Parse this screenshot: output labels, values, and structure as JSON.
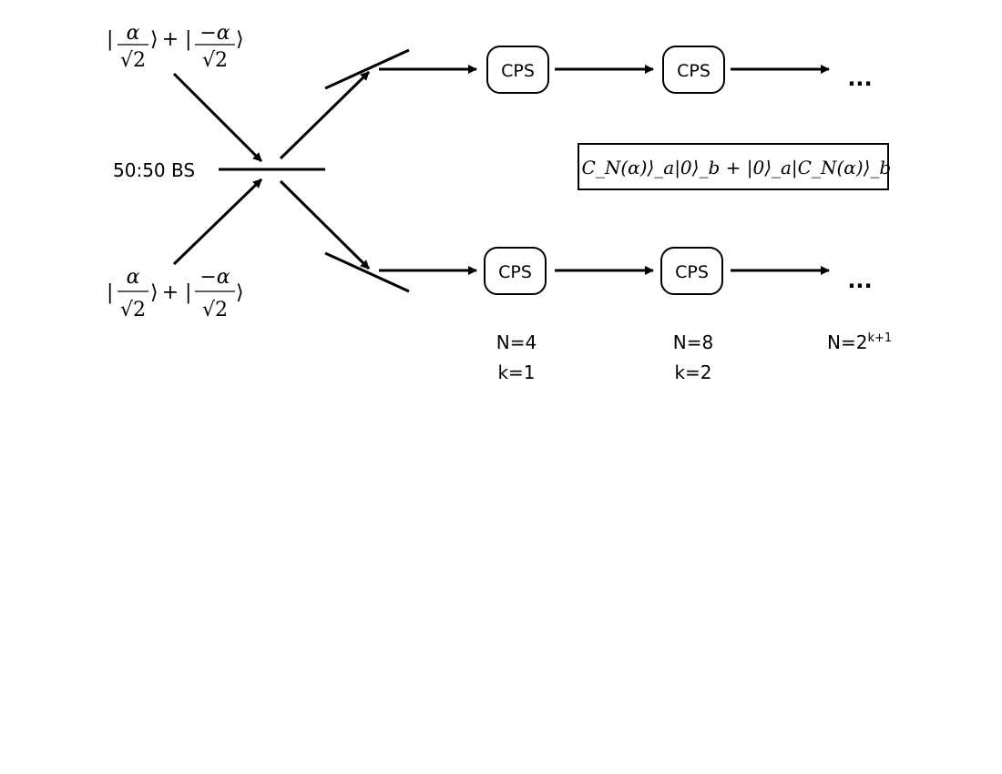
{
  "diagram": {
    "input_top": {
      "ket1_num": "α",
      "ket1_den": "√2",
      "plus": "+",
      "ket2_num": "−α",
      "ket2_den": "√2"
    },
    "input_bottom": {
      "ket1_num": "α",
      "ket1_den": "√2",
      "plus": "+",
      "ket2_num": "−α",
      "ket2_den": "√2"
    },
    "beam_splitter_label": "50:50 BS",
    "cps_label": "CPS",
    "ellipsis": "...",
    "output_state": "|C_N(α)⟩_a|0⟩_b + |0⟩_a|C_N(α)⟩_b",
    "stages": [
      {
        "n": "N=4",
        "k": "k=1"
      },
      {
        "n": "N=8",
        "k": "k=2"
      }
    ],
    "final_stage": {
      "n_prefix": "N=2",
      "n_exp": "k+1"
    }
  }
}
